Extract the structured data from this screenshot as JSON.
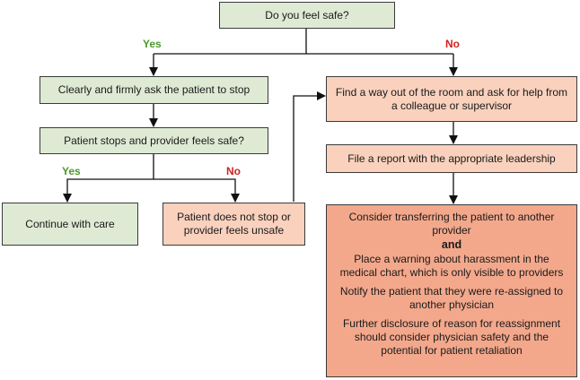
{
  "nodes": {
    "safe_question": "Do you feel safe?",
    "ask_stop": "Clearly and firmly ask the patient to stop",
    "stops_question": "Patient stops and provider feels safe?",
    "continue_care": "Continue with care",
    "not_stop": "Patient does not stop or provider feels unsafe",
    "find_way": "Find a way out of the room and ask for  help from a colleague or supervisor",
    "file_report": "File a report with the appropriate leadership",
    "actions": {
      "transfer": "Consider transferring the patient to another provider",
      "and": "and",
      "warning": "Place a warning about harassment in the medical chart, which is only visible to providers",
      "notify": "Notify the patient that they were re-assigned to another physician",
      "disclosure": "Further disclosure of reason for reassignment should consider physician safety and the potential for patient retaliation"
    }
  },
  "edge_labels": {
    "top_yes": "Yes",
    "top_no": "No",
    "mid_yes": "Yes",
    "mid_no": "No"
  },
  "colors": {
    "green": "#dfead4",
    "pink": "#f9d1bd",
    "salmon": "#f3a88c",
    "yes": "#4a9a2a",
    "no": "#d21f1f"
  }
}
